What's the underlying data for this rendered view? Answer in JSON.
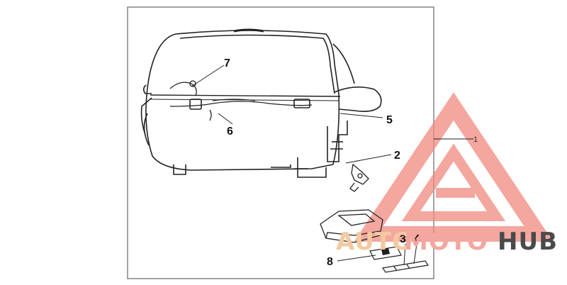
{
  "diagram": {
    "callouts": {
      "c1": "1",
      "c2": "2",
      "c3": "3",
      "c4": "4",
      "c5": "5",
      "c6": "6",
      "c7": "7",
      "c8": "8"
    }
  },
  "watermark": {
    "part_a": "AUTO",
    "part_b": "MOTO",
    "part_c": "HUB",
    "colors": {
      "triangle": "#f08a80",
      "auto": "#f3c9a0",
      "moto": "#f4a7a0",
      "hub": "#4a4a4a"
    }
  }
}
